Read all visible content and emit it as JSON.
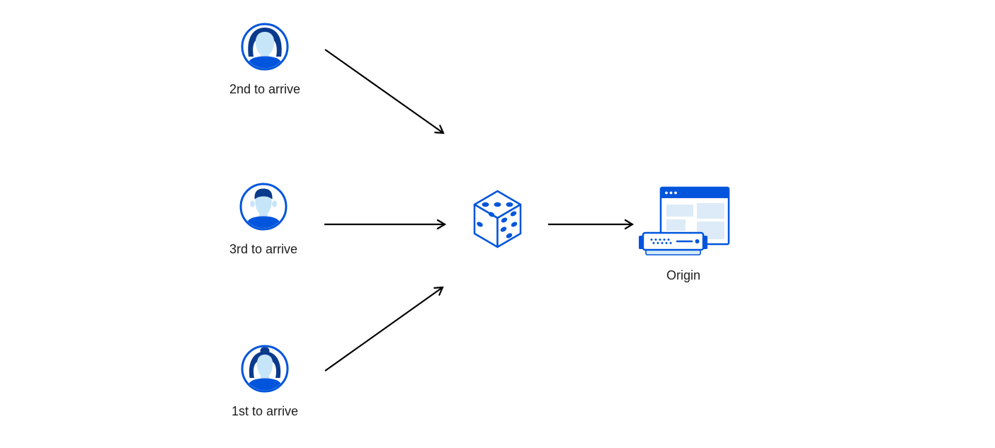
{
  "colors": {
    "accent": "#0055dc",
    "navy": "#0a3a8c",
    "skin": "#c7e5f8",
    "panel": "#dcebf7",
    "pale": "#d6eaf9",
    "arrow": "#000000",
    "text": "#1d1d1f",
    "bg": "#ffffff"
  },
  "diagram": {
    "clients": [
      {
        "label": "2nd to arrive",
        "avatar": "person-swept-hair-icon"
      },
      {
        "label": "3rd to arrive",
        "avatar": "person-flat-top-hair-icon"
      },
      {
        "label": "1st to arrive",
        "avatar": "person-hair-bun-icon"
      }
    ],
    "center": {
      "icon": "dice-icon"
    },
    "origin": {
      "label": "Origin",
      "icon": "browser-window-and-server-icon"
    },
    "connections": [
      {
        "from": "2nd to arrive",
        "to": "dice"
      },
      {
        "from": "3rd to arrive",
        "to": "dice"
      },
      {
        "from": "1st to arrive",
        "to": "dice"
      },
      {
        "from": "dice",
        "to": "Origin"
      }
    ]
  }
}
